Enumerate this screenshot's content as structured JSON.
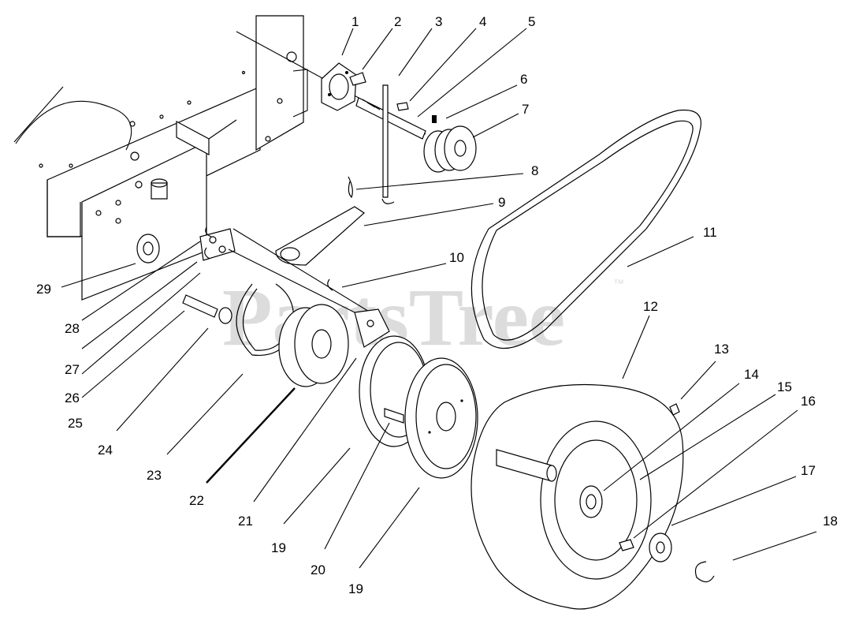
{
  "watermark": {
    "text": "PartsTree",
    "trademark": "™"
  },
  "callouts": [
    {
      "number": "1"
    },
    {
      "number": "2"
    },
    {
      "number": "3"
    },
    {
      "number": "4"
    },
    {
      "number": "5"
    },
    {
      "number": "6"
    },
    {
      "number": "7"
    },
    {
      "number": "8"
    },
    {
      "number": "9"
    },
    {
      "number": "10"
    },
    {
      "number": "11"
    },
    {
      "number": "12"
    },
    {
      "number": "13"
    },
    {
      "number": "14"
    },
    {
      "number": "15"
    },
    {
      "number": "16"
    },
    {
      "number": "17"
    },
    {
      "number": "18"
    },
    {
      "number": "29"
    },
    {
      "number": "28"
    },
    {
      "number": "27"
    },
    {
      "number": "26"
    },
    {
      "number": "25"
    },
    {
      "number": "24"
    },
    {
      "number": "23"
    },
    {
      "number": "22"
    },
    {
      "number": "21"
    },
    {
      "number": "19"
    },
    {
      "number": "20"
    },
    {
      "number": "19"
    }
  ]
}
